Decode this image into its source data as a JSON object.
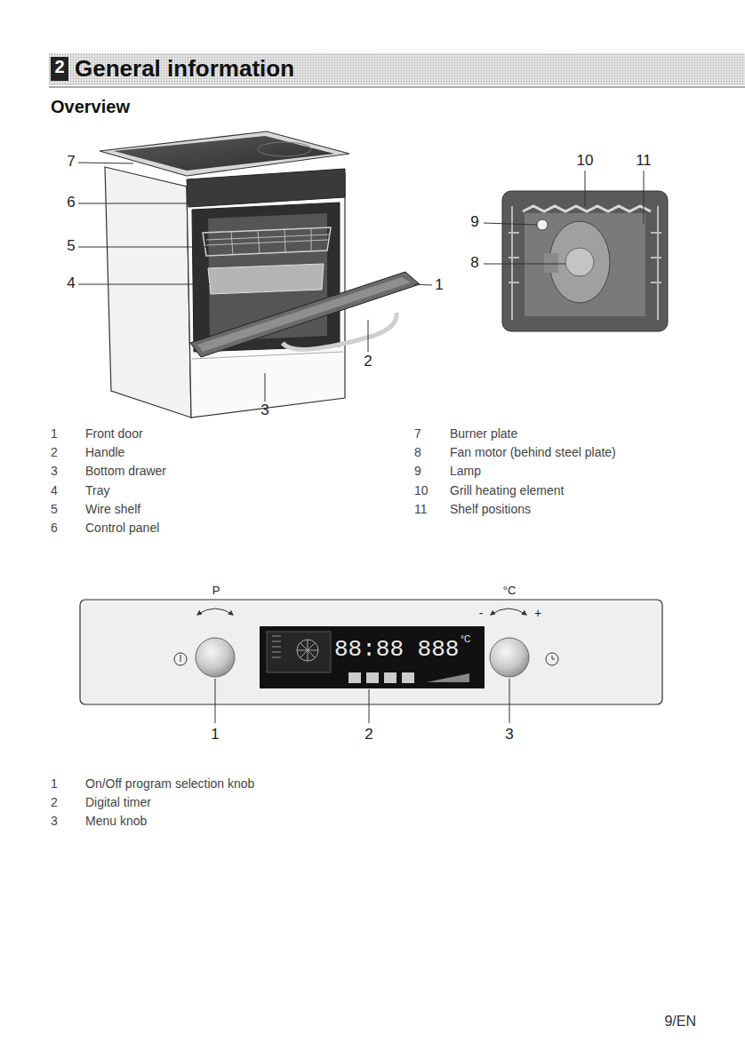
{
  "diagram": {
    "title": "General information",
    "labels": [
      "2",
      "Overview",
      "7",
      "6",
      "5",
      "4",
      "1",
      "2",
      "3",
      "10",
      "11",
      "9",
      "8",
      "1",
      "Front door",
      "2",
      "Handle",
      "3",
      "Bottom drawer",
      "4",
      "Tray",
      "5",
      "Wire shelf",
      "6",
      "Control panel",
      "7",
      "Burner plate",
      "8",
      "Fan motor (behind steel plate)",
      "9",
      "Lamp",
      "10",
      "Grill heating element",
      "11",
      "Shelf positions",
      "P",
      "°C",
      "-",
      "+",
      "88:88",
      "888",
      "°C",
      "1",
      "2",
      "3",
      "1",
      "On/Off program selection knob",
      "2",
      "Digital timer",
      "3",
      "Menu knob",
      "9/EN"
    ]
  }
}
